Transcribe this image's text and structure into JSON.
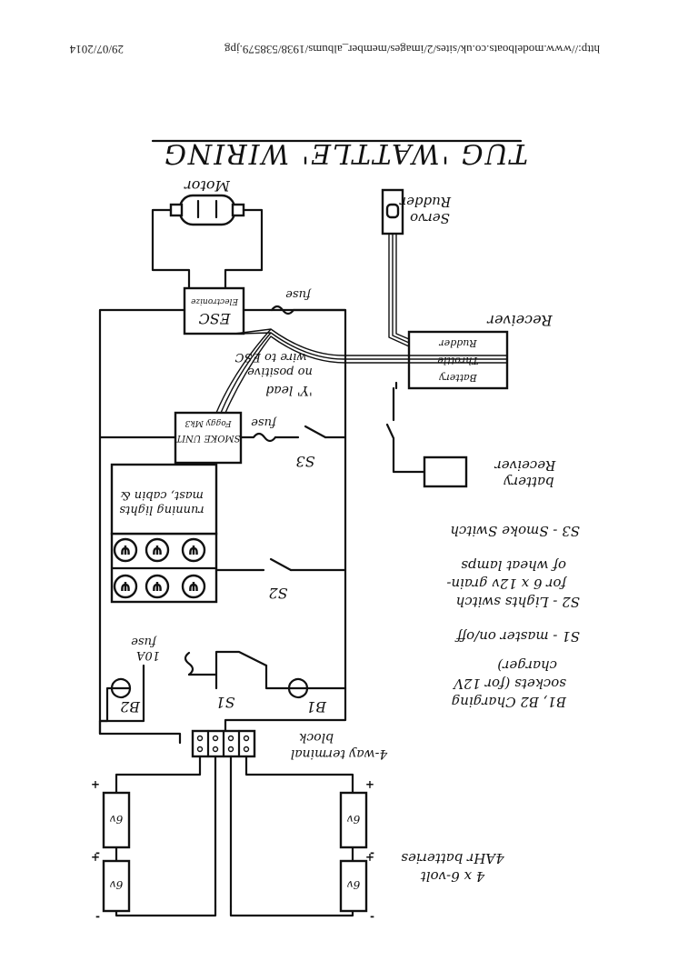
{
  "header": {
    "url": "http://www.modelboats.co.uk/sites/2/images/member_albums/1938/538579.jpg",
    "date": "29/07/2014"
  },
  "title": "TUG 'WATTLE' WIRING",
  "components": {
    "motor": "Motor",
    "esc": "ESC",
    "esc_sub": "Electronize",
    "smoke_unit": "SMOKE UNIT",
    "smoke_unit_sub": "Foggy Mk3",
    "receiver": "Receiver",
    "receiver_channels": [
      "Rudder",
      "Throttle",
      "Battery"
    ],
    "rudder_servo_line1": "Rudder",
    "rudder_servo_line2": "Servo",
    "receiver_battery_line1": "Receiver",
    "receiver_battery_line2": "battery",
    "y_lead_line1": "'Y' lead",
    "y_lead_line2": "no positive",
    "y_lead_line3": "wire to ESC",
    "fuse_esc": "fuse",
    "fuse_smoke": "fuse",
    "fuse_main_line1": "10A",
    "fuse_main_line2": "fuse",
    "lights_line1": "mast, cabin &",
    "lights_line2": "running lights",
    "lamp_symbol": "Ψ",
    "terminal_block_line1": "4-way terminal",
    "terminal_block_line2": "block",
    "sockets": [
      "B1",
      "B2"
    ],
    "switches": [
      "S1",
      "S2",
      "S3"
    ],
    "battery_label": "6v",
    "plus": "+",
    "minus": "-"
  },
  "legend": [
    {
      "line1": "B1, B2 Charging",
      "line2": "sockets (for 12V",
      "line3": "charger)"
    },
    {
      "line1": "S1 - master on/off",
      "line2": "",
      "line3": ""
    },
    {
      "line1": "S2 - Lights switch",
      "line2": "for 6 x 12v grain-",
      "line3": "of wheat lamps"
    },
    {
      "line1": "S3 - Smoke Switch",
      "line2": "",
      "line3": ""
    }
  ],
  "batteries_note": {
    "line1": "4 x 6-volt",
    "line2": "4AHr batteries"
  }
}
